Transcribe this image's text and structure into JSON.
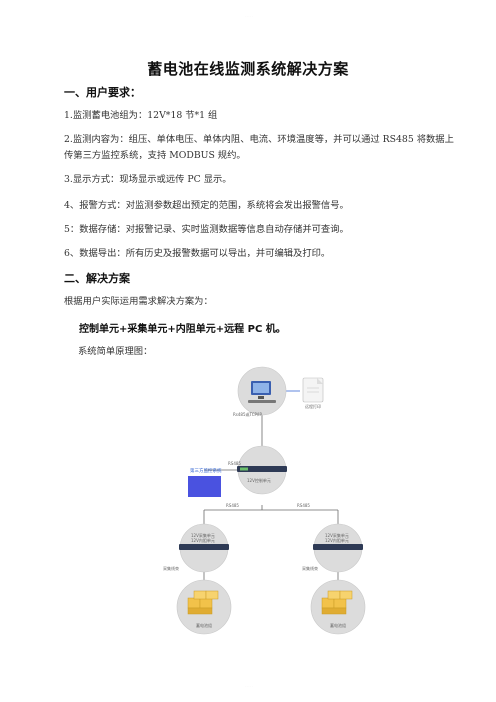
{
  "doc": {
    "header_mark": "· · · · ·",
    "footer_mark": "· · · · ·",
    "title": "蓄电池在线监测系统解决方案",
    "section1": "一、用户要求：",
    "req1": "1.监测蓄电池组为：12V*18 节*1 组",
    "req2": "2.监测内容为：组压、单体电压、单体内阻、电流、环境温度等，并可以通过 RS485 将数据上传第三方监控系统，支持 MODBUS 规约。",
    "req3": "3.显示方式：现场显示或远传 PC 显示。",
    "req4": "4、报警方式：对监测参数超出预定的范围，系统将会发出报警信号。",
    "req5": "5：数据存储：对报警记录、实时监测数据等信息自动存储并可查询。",
    "req6": "6、数据导出：所有历史及报警数据可以导出，并可编辑及打印。",
    "section2": "二、解决方案",
    "sol1": "根据用户实际运用需求解决方案为：",
    "sol2": "控制单元+采集单元+内阻单元+远程 PC 机。",
    "sol3": "系统简单原理图："
  },
  "diagram": {
    "pc_link": "Rs485或TCP/IP",
    "printer": "远程打印",
    "third_party": "第三方监控系统",
    "rs485_top": "RS485",
    "control_unit": "12V控制单元",
    "rs485_left": "RS485",
    "rs485_right": "RS485",
    "collector_left_1": "12V采集单元",
    "collector_left_2": "12V内阻单元",
    "collector_right_1": "12V采集单元",
    "collector_right_2": "12V内阻单元",
    "harness_left": "采集线束",
    "harness_right": "采集线束",
    "battery_left": "蓄电池组",
    "battery_right": "蓄电池组",
    "colors": {
      "third_party_box": "#4a52e0",
      "link": "#2b5fd1",
      "circle": "#d9d9d9",
      "battery": "#f2c24a"
    }
  }
}
